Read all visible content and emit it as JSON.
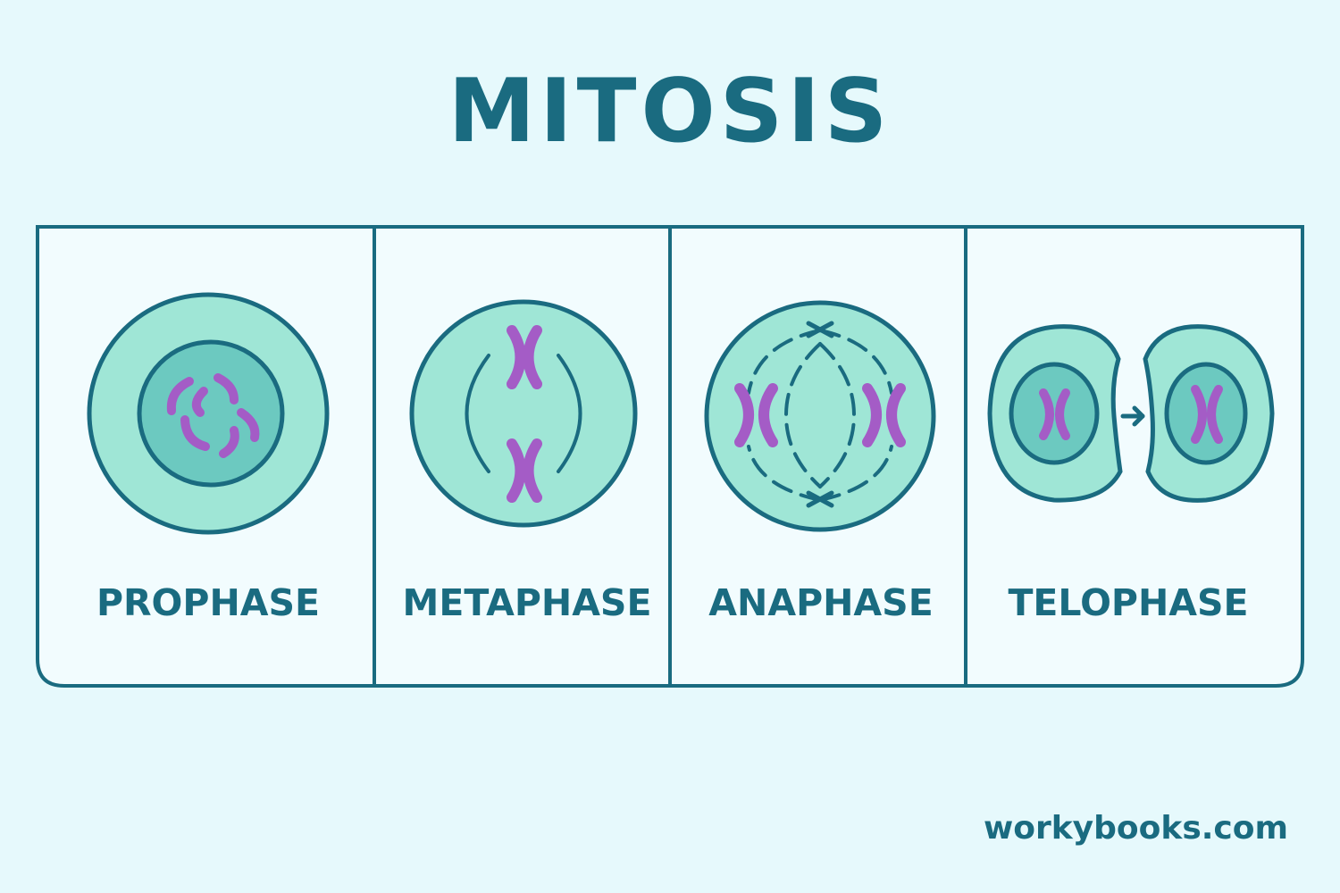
{
  "title": "MITOSIS",
  "stages": [
    {
      "label": "PROPHASE"
    },
    {
      "label": "METAPHASE"
    },
    {
      "label": "ANAPHASE"
    },
    {
      "label": "TELOPHASE"
    }
  ],
  "footer": "workybooks.com",
  "colors": {
    "background": "#e6f9fc",
    "panel": "#f2fcfe",
    "outline": "#1a6b80",
    "cytoplasm": "#9fe6d6",
    "nucleus": "#6cc9c0",
    "chromosome": "#a45cc6"
  }
}
